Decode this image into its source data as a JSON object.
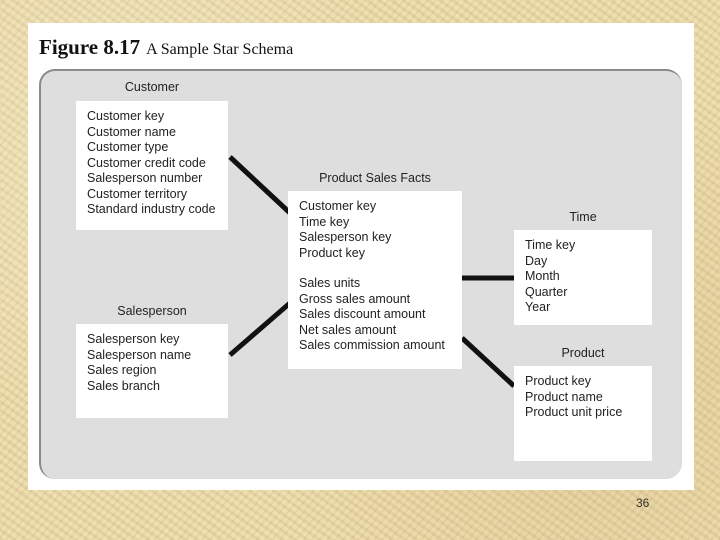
{
  "figure": {
    "number": "Figure 8.17",
    "title": "A Sample Star Schema"
  },
  "tables": {
    "customer": {
      "name": "Customer",
      "fields": [
        "Customer key",
        "Customer name",
        "Customer type",
        "Customer credit code",
        "Salesperson number",
        "Customer territory",
        "Standard industry code"
      ]
    },
    "salesperson": {
      "name": "Salesperson",
      "fields": [
        "Salesperson key",
        "Salesperson name",
        "Sales region",
        "Sales branch"
      ]
    },
    "facts": {
      "name": "Product Sales Facts",
      "key_fields": [
        "Customer key",
        "Time key",
        "Salesperson key",
        "Product key"
      ],
      "measure_fields": [
        "Sales units",
        "Gross sales amount",
        "Sales discount amount",
        "Net sales amount",
        "Sales commission amount"
      ]
    },
    "time": {
      "name": "Time",
      "fields": [
        "Time key",
        "Day",
        "Month",
        "Quarter",
        "Year"
      ]
    },
    "product": {
      "name": "Product",
      "fields": [
        "Product key",
        "Product name",
        "Product unit price"
      ]
    }
  },
  "page_number": "36"
}
